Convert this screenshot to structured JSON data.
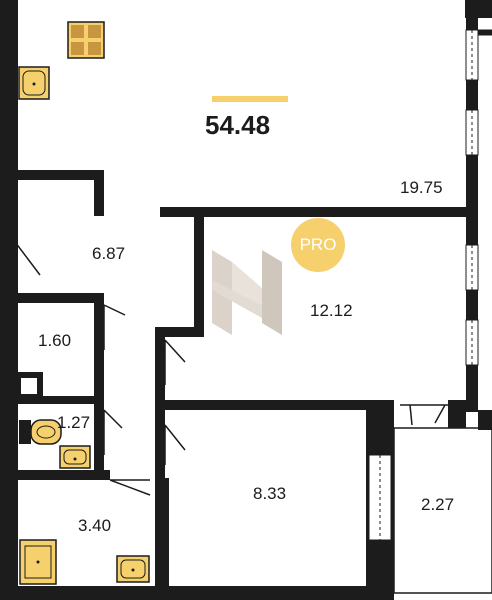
{
  "total_area": "54.48",
  "colors": {
    "wall": "#1c1c1c",
    "accent": "#f5d06c",
    "fixture": "#c89540",
    "logo": "#d8cfc6"
  },
  "badge": {
    "label": "PRO"
  },
  "icons": {
    "logo": "h-logo-icon",
    "window": "window-icon",
    "door": "door-icon",
    "sink": "sink-icon",
    "toilet": "toilet-icon",
    "stove": "stove-icon",
    "shower": "shower-tray-icon"
  },
  "rooms": [
    {
      "id": "living",
      "area": "19.75"
    },
    {
      "id": "hall",
      "area": "6.87"
    },
    {
      "id": "bedroom",
      "area": "12.12"
    },
    {
      "id": "storage",
      "area": "1.60"
    },
    {
      "id": "toilet",
      "area": "1.27"
    },
    {
      "id": "bath",
      "area": "3.40"
    },
    {
      "id": "bedroom2",
      "area": "8.33"
    },
    {
      "id": "balcony",
      "area": "2.27"
    }
  ]
}
